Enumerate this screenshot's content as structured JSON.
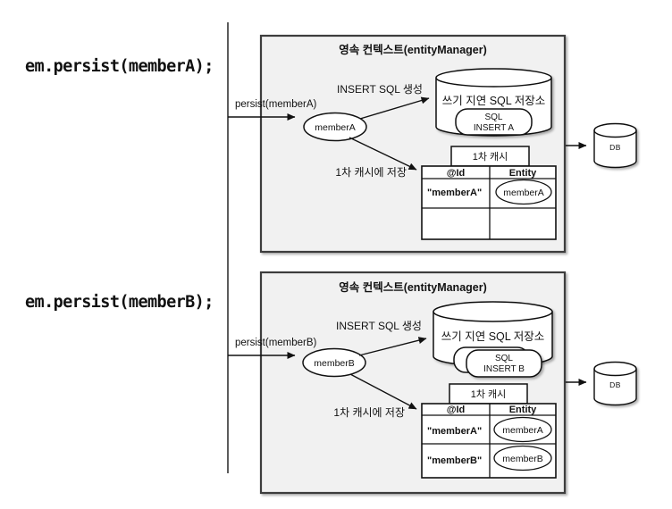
{
  "colors": {
    "box_fill": "#f1f1f1",
    "box_border": "#3d3d3d",
    "shape_line": "#111111",
    "guide_line": "#5c5c5c",
    "shape_fill": "#ffffff"
  },
  "code_left": {
    "statement_a": "em.persist(memberA);",
    "statement_b": "em.persist(memberB);"
  },
  "diagram_a": {
    "title": "영속 컨텍스트(entityManager)",
    "persist_arrow_label": "persist(memberA)",
    "entity_name": "memberA",
    "insert_sql_label": "INSERT SQL 생성",
    "sql_store_title": "쓰기 지연 SQL 저장소",
    "sql_pill": {
      "line1": "SQL",
      "line2": "INSERT A"
    },
    "cache_tab": "1차 캐시",
    "cache_save_label": "1차 캐시에 저장",
    "table": {
      "headers": {
        "id": "@Id",
        "entity": "Entity"
      },
      "rows": [
        {
          "id": "\"memberA\"",
          "entity": "memberA"
        }
      ]
    },
    "db_label": "DB"
  },
  "diagram_b": {
    "title": "영속 컨텍스트(entityManager)",
    "persist_arrow_label": "persist(memberB)",
    "entity_name": "memberB",
    "insert_sql_label": "INSERT SQL 생성",
    "sql_store_title": "쓰기 지연 SQL 저장소",
    "sql_pill": {
      "line1": "SQL",
      "line2": "INSERT B"
    },
    "cache_tab": "1차 캐시",
    "cache_save_label": "1차 캐시에 저장",
    "table": {
      "headers": {
        "id": "@Id",
        "entity": "Entity"
      },
      "rows": [
        {
          "id": "\"memberA\"",
          "entity": "memberA"
        },
        {
          "id": "\"memberB\"",
          "entity": "memberB"
        }
      ]
    },
    "db_label": "DB"
  }
}
